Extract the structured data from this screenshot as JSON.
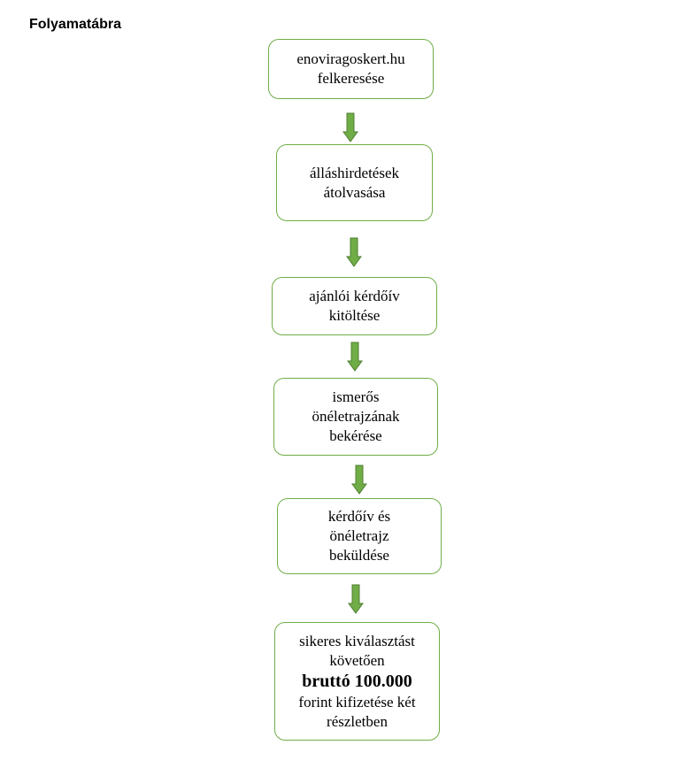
{
  "title": "Folyamatábra",
  "colors": {
    "box_border": "#70ad47",
    "arrow_fill": "#70ad47",
    "arrow_stroke": "#507e32"
  },
  "steps": [
    {
      "lines": [
        "enoviragoskert.hu",
        "felkeresése"
      ]
    },
    {
      "lines": [
        "álláshirdetések",
        "átolvasása"
      ]
    },
    {
      "lines": [
        "ajánlói kérdőív",
        "kitöltése"
      ]
    },
    {
      "lines": [
        "ismerős",
        "önéletrajzának",
        "bekérése"
      ]
    },
    {
      "lines": [
        "kérdőív és",
        "önéletrajz",
        "beküldése"
      ]
    },
    {
      "lines": [
        "sikeres kiválasztást",
        "követően",
        "bruttó 100.000",
        "forint kifizetése két",
        "részletben"
      ]
    }
  ]
}
